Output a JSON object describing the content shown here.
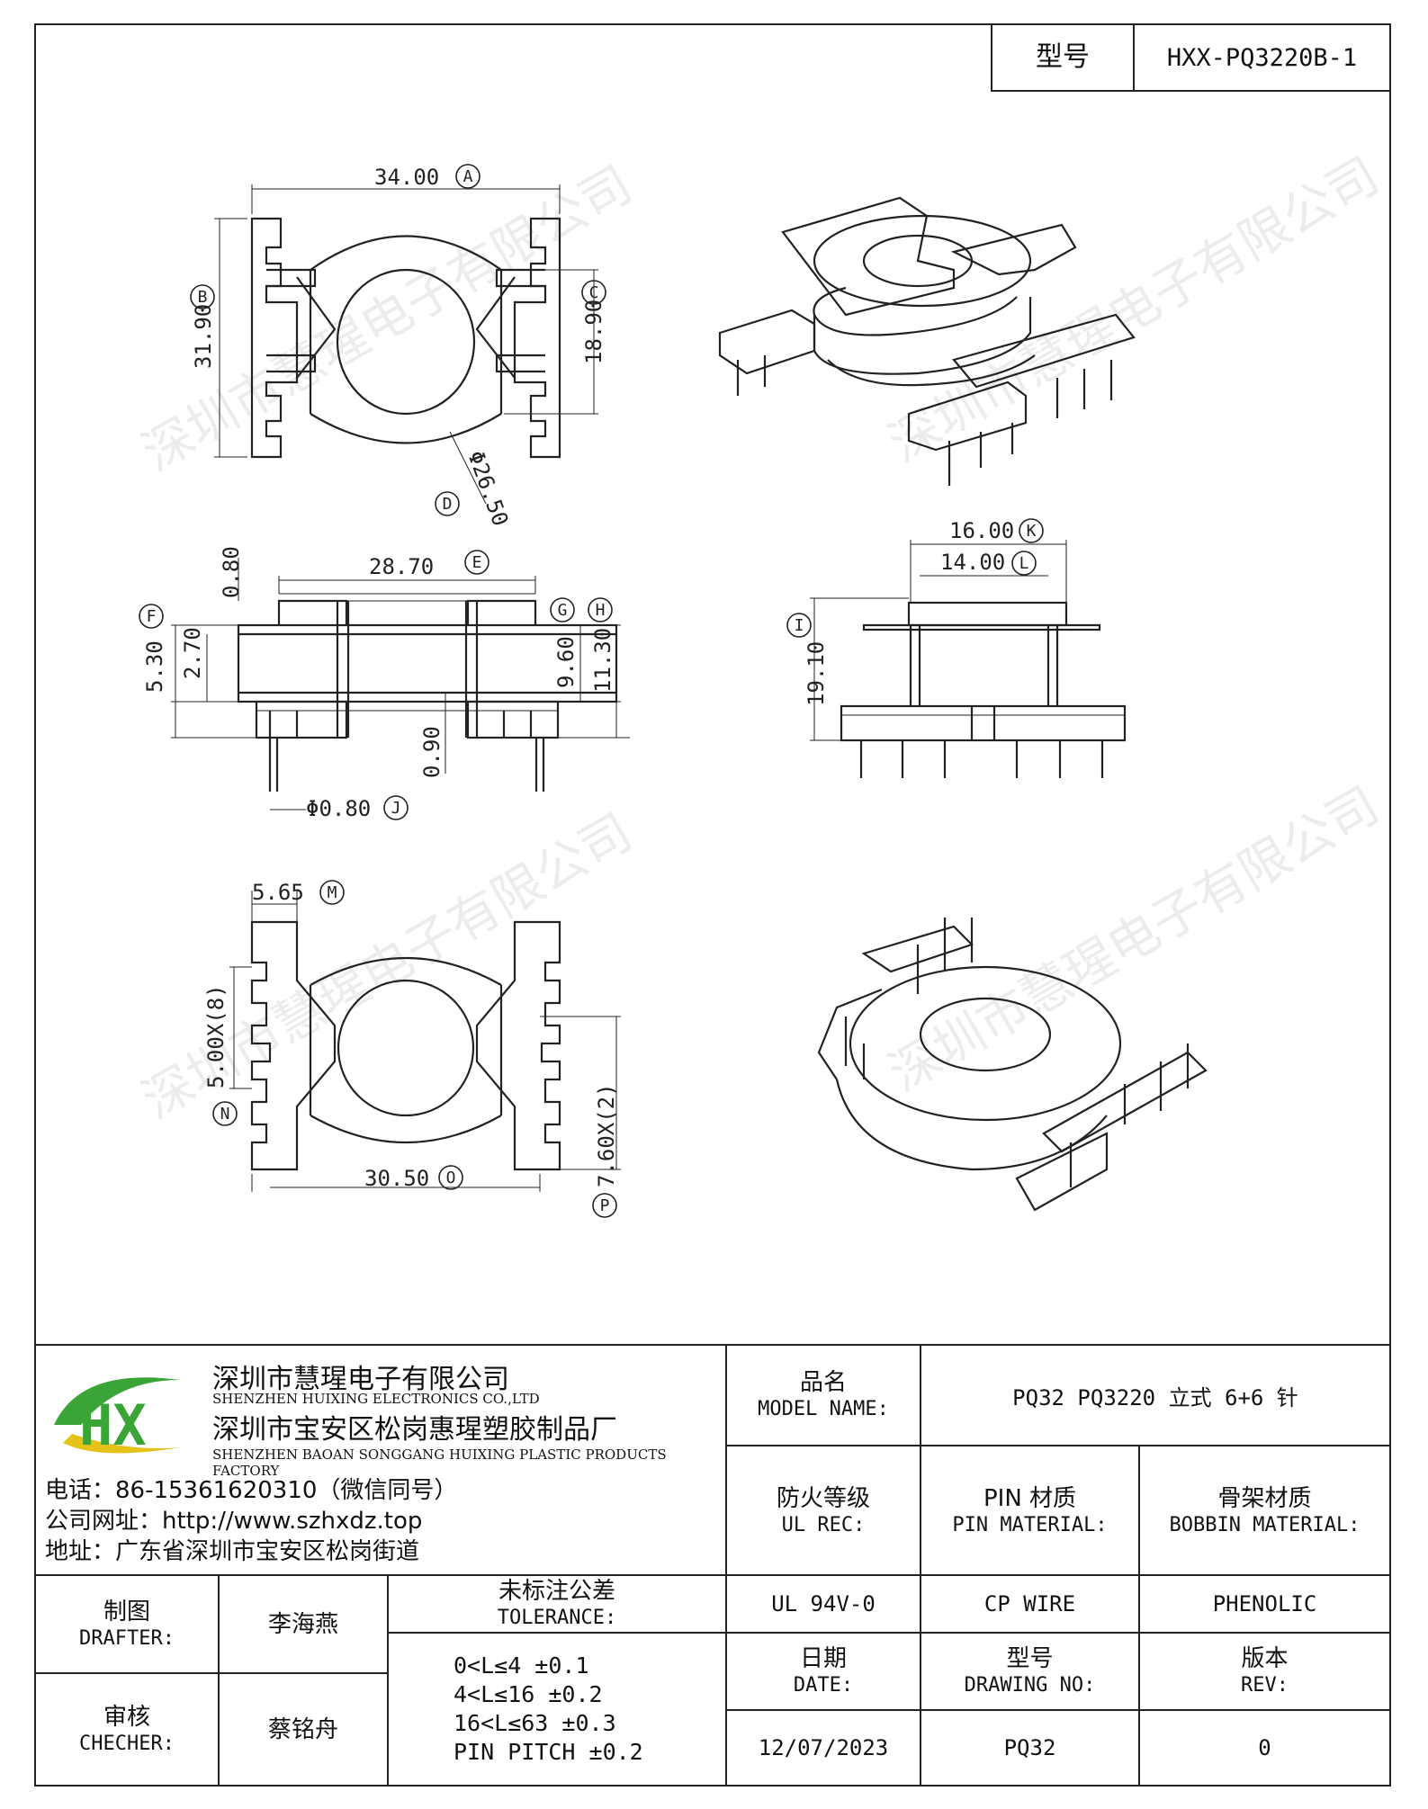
{
  "header": {
    "model_label": "型号",
    "model_value": "HXX-PQ3220B-1"
  },
  "drawing": {
    "dims": {
      "A": "34.00",
      "B": "31.90",
      "C": "18.90",
      "D": "Φ26.50",
      "E": "28.70",
      "F": "5.30",
      "F2": "2.70",
      "top_h": "0.80",
      "G": "9.60",
      "H": "11.30",
      "J": "0.90",
      "T": "Φ0.80",
      "K": "16.00",
      "L": "14.00",
      "I": "19.10",
      "M": "5.65",
      "N": "5.00X(8)",
      "O": "30.50",
      "P": "7.60X(2)"
    },
    "letters": [
      "A",
      "B",
      "C",
      "D",
      "E",
      "F",
      "G",
      "H",
      "I",
      "J",
      "K",
      "L",
      "M",
      "N",
      "O",
      "P"
    ]
  },
  "watermark": "深圳市慧瑆电子有限公司",
  "company": {
    "name_cn": "深圳市慧瑆电子有限公司",
    "name_en": "SHENZHEN HUIXING ELECTRONICS CO.,LTD",
    "factory_cn": "深圳市宝安区松岗惠瑆塑胶制品厂",
    "factory_en": "SHENZHEN BAOAN SONGGANG HUIXING PLASTIC PRODUCTS FACTORY",
    "phone": "电话：86-15361620310（微信同号）",
    "website": "公司网址：http://www.szhxdz.top",
    "address": "地址：广东省深圳市宝安区松岗街道",
    "logo_letters": "HX",
    "colors": {
      "logo_green": "#3aa437",
      "logo_yellow": "#e5c21a"
    }
  },
  "titleblock": {
    "model_name_cn": "品名",
    "model_name_en": "MODEL NAME:",
    "model_name_value": "PQ32 PQ3220 立式 6+6 针",
    "ul_cn": "防火等级",
    "ul_en": "UL REC:",
    "pin_cn": "PIN 材质",
    "pin_en": "PIN MATERIAL:",
    "bobbin_cn": "骨架材质",
    "bobbin_en": "BOBBIN MATERIAL:",
    "ul_value": "UL 94V-0",
    "pin_value": "CP WIRE",
    "bobbin_value": "PHENOLIC",
    "drafter_cn": "制图",
    "drafter_en": "DRAFTER:",
    "drafter_name": "李海燕",
    "checker_cn": "审核",
    "checker_en": "CHECHER:",
    "checker_name": "蔡铭舟",
    "tolerance_cn": "未标注公差",
    "tolerance_en": "TOLERANCE:",
    "tolerances": [
      "0<L≤4  ±0.1",
      "4<L≤16  ±0.2",
      "16<L≤63  ±0.3",
      "PIN PITCH  ±0.2"
    ],
    "date_cn": "日期",
    "date_en": "DATE:",
    "date_value": "12/07/2023",
    "drawing_no_cn": "型号",
    "drawing_no_en": "DRAWING NO:",
    "drawing_no_value": "PQ32",
    "rev_cn": "版本",
    "rev_en": "REV:",
    "rev_value": "0"
  }
}
